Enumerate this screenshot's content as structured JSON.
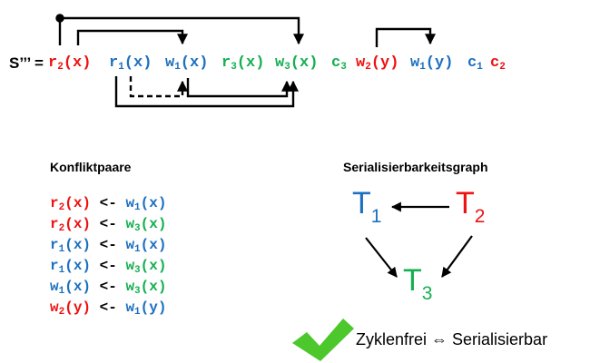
{
  "schedule": {
    "name": "S’’’ =",
    "ops": [
      {
        "op": "r",
        "sub": "2",
        "arg": "(x)",
        "color": "red"
      },
      {
        "op": "r",
        "sub": "1",
        "arg": "(x)",
        "color": "blue"
      },
      {
        "op": "w",
        "sub": "1",
        "arg": "(x)",
        "color": "blue"
      },
      {
        "op": "r",
        "sub": "3",
        "arg": "(x)",
        "color": "green"
      },
      {
        "op": "w",
        "sub": "3",
        "arg": "(x)",
        "color": "green"
      },
      {
        "op": "c",
        "sub": "3",
        "arg": "",
        "color": "green"
      },
      {
        "op": "w",
        "sub": "2",
        "arg": "(y)",
        "color": "red"
      },
      {
        "op": "w",
        "sub": "1",
        "arg": "(y)",
        "color": "blue"
      },
      {
        "op": "c",
        "sub": "1",
        "arg": "",
        "color": "blue"
      },
      {
        "op": "c",
        "sub": "2",
        "arg": "",
        "color": "red"
      }
    ]
  },
  "conflicts": {
    "heading": "Konfliktpaare",
    "arrow": "<-",
    "pairs": [
      {
        "left": {
          "op": "r",
          "sub": "2",
          "arg": "(x)",
          "color": "red"
        },
        "right": {
          "op": "w",
          "sub": "1",
          "arg": "(x)",
          "color": "blue"
        }
      },
      {
        "left": {
          "op": "r",
          "sub": "2",
          "arg": "(x)",
          "color": "red"
        },
        "right": {
          "op": "w",
          "sub": "3",
          "arg": "(x)",
          "color": "green"
        }
      },
      {
        "left": {
          "op": "r",
          "sub": "1",
          "arg": "(x)",
          "color": "blue"
        },
        "right": {
          "op": "w",
          "sub": "1",
          "arg": "(x)",
          "color": "blue"
        }
      },
      {
        "left": {
          "op": "r",
          "sub": "1",
          "arg": "(x)",
          "color": "blue"
        },
        "right": {
          "op": "w",
          "sub": "3",
          "arg": "(x)",
          "color": "green"
        }
      },
      {
        "left": {
          "op": "w",
          "sub": "1",
          "arg": "(x)",
          "color": "blue"
        },
        "right": {
          "op": "w",
          "sub": "3",
          "arg": "(x)",
          "color": "green"
        }
      },
      {
        "left": {
          "op": "w",
          "sub": "2",
          "arg": "(y)",
          "color": "red"
        },
        "right": {
          "op": "w",
          "sub": "1",
          "arg": "(y)",
          "color": "blue"
        }
      }
    ]
  },
  "graph": {
    "heading": "Serialisierbarkeitsgraph",
    "nodes": [
      {
        "id": "T1",
        "label": "T",
        "sub": "1",
        "color": "blue"
      },
      {
        "id": "T2",
        "label": "T",
        "sub": "2",
        "color": "red"
      },
      {
        "id": "T3",
        "label": "T",
        "sub": "3",
        "color": "green"
      }
    ],
    "edges": [
      {
        "from": "T2",
        "to": "T1"
      },
      {
        "from": "T1",
        "to": "T3"
      },
      {
        "from": "T2",
        "to": "T3"
      }
    ]
  },
  "result": {
    "text": "Zyklenfrei ⇔ Serialisierbar",
    "icon": "checkmark-icon",
    "check_color": "#4cc72c"
  }
}
